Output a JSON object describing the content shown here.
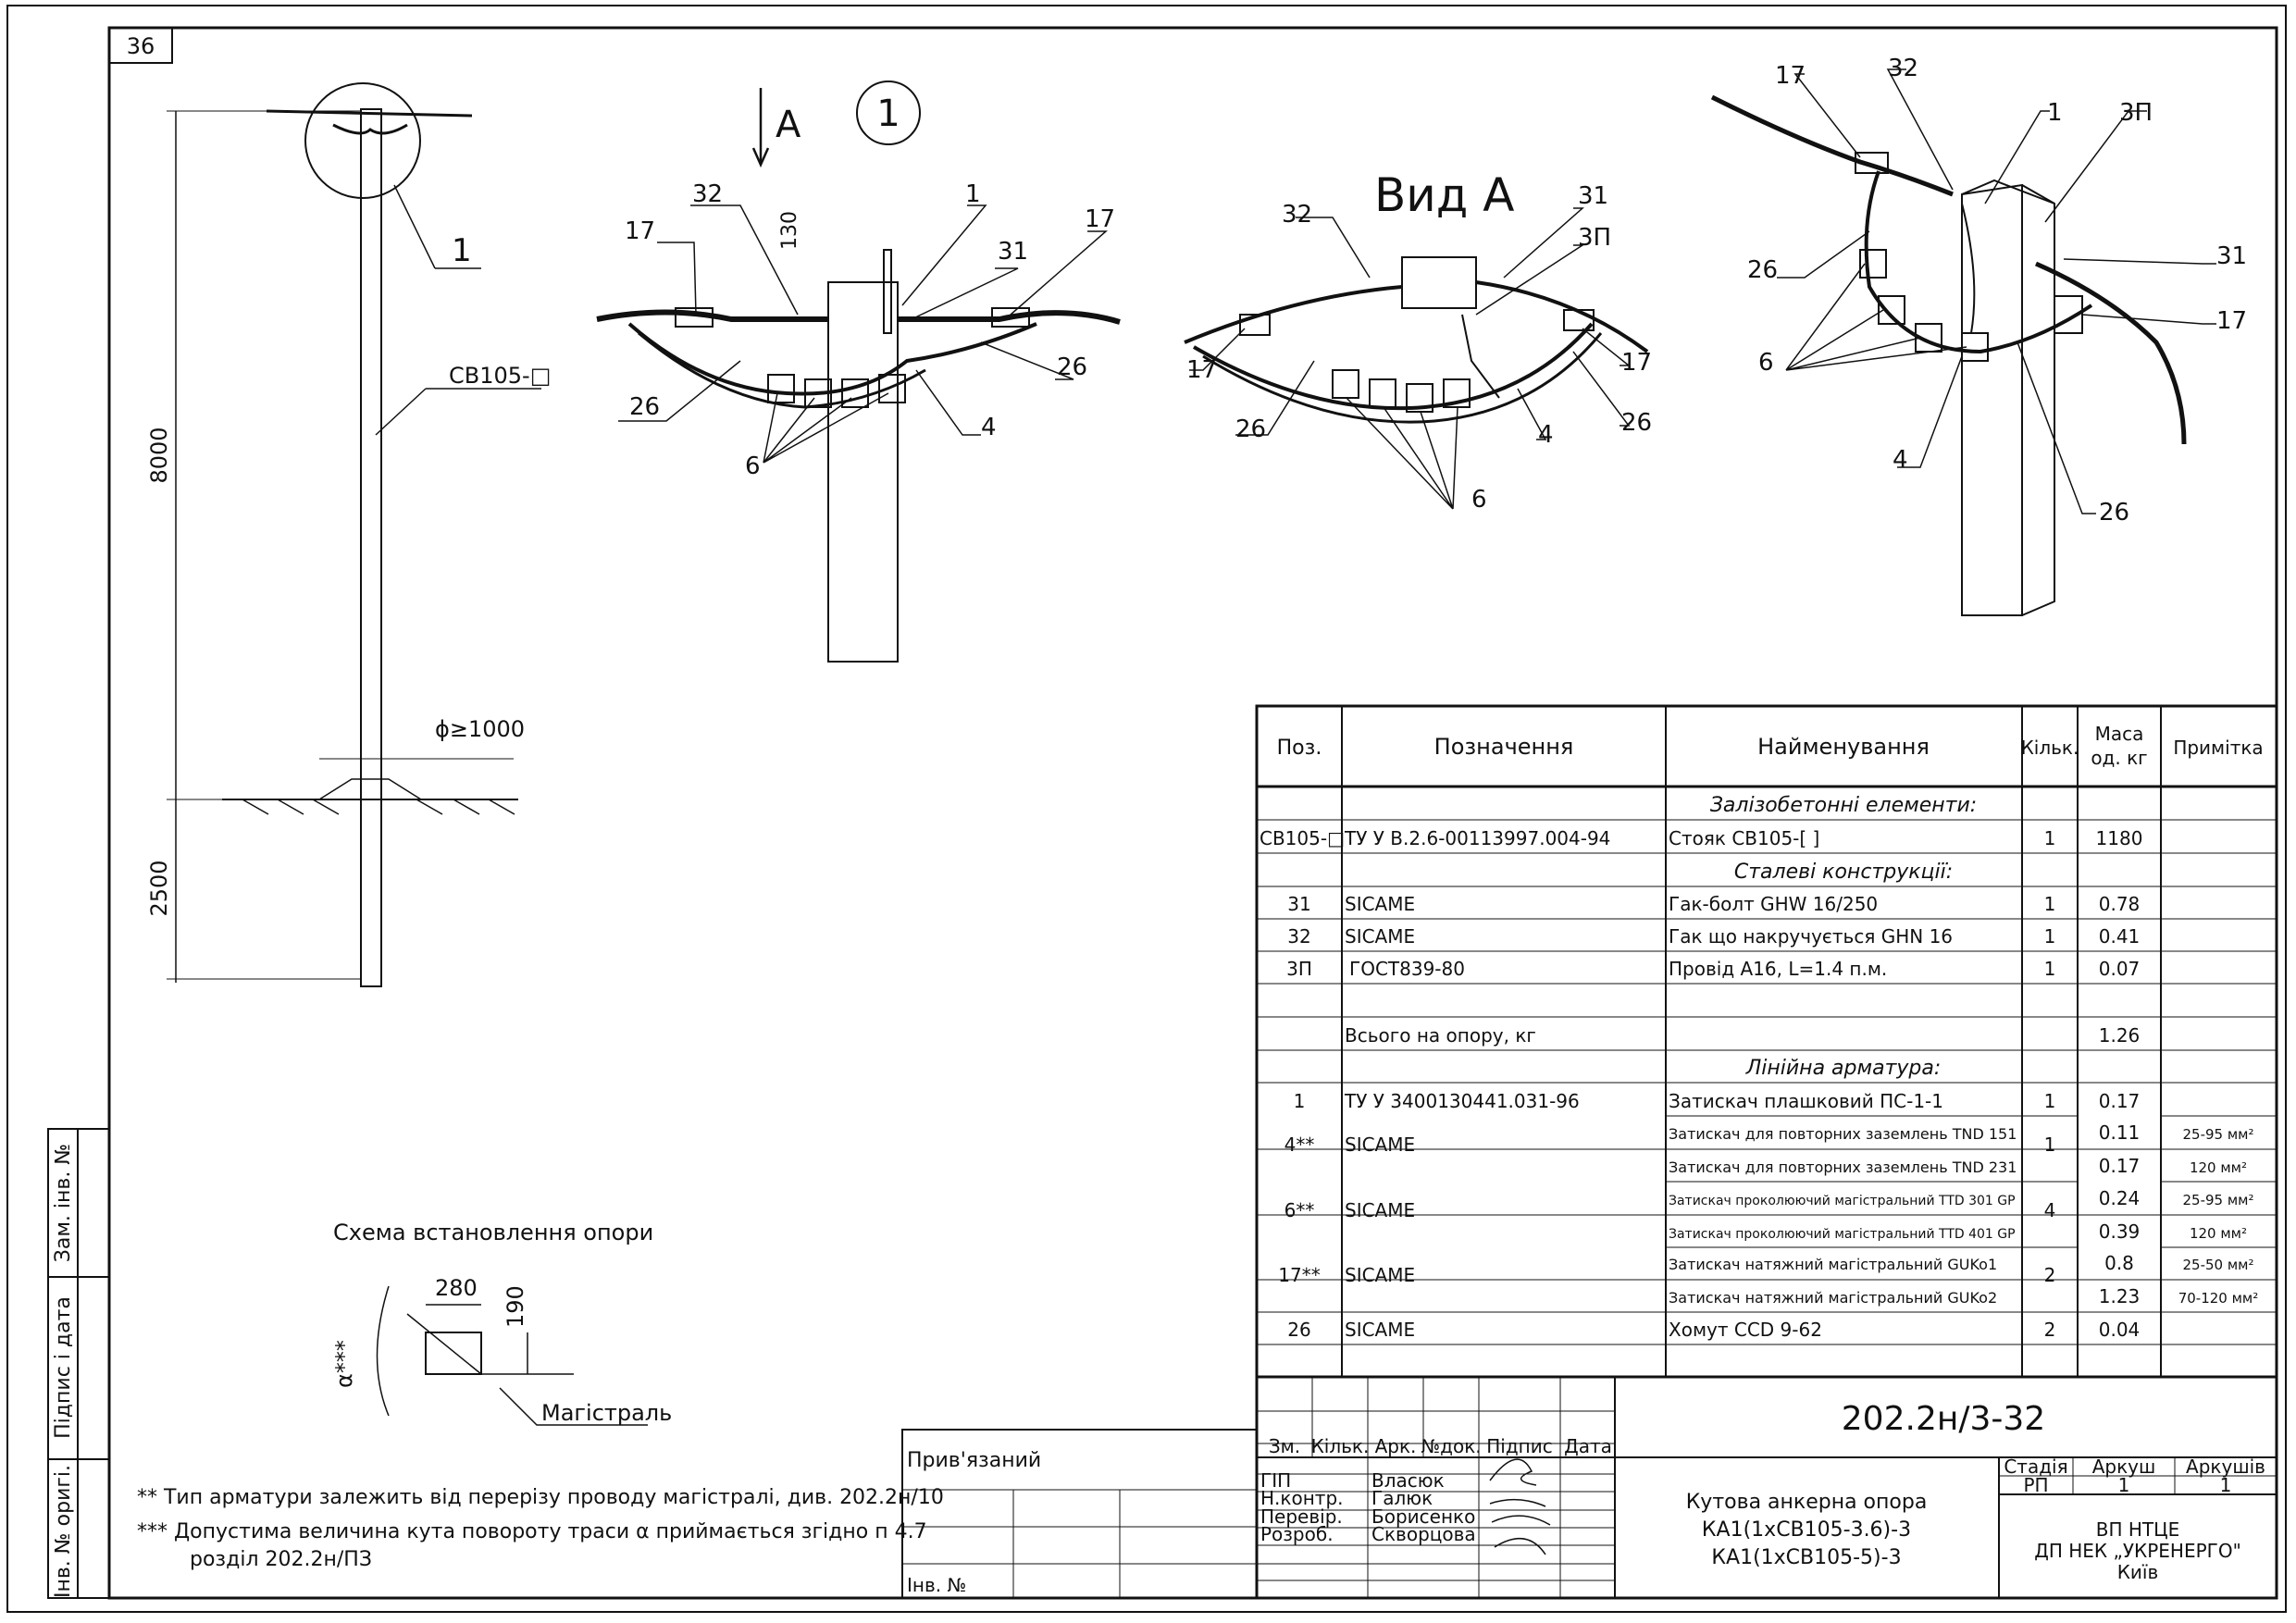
{
  "sheet": {
    "number": "36"
  },
  "side_labels": {
    "inv_orig": "Інв. № оригі.",
    "sign_date": "Підпис і дата",
    "zam_inv": "Зам. інв. №"
  },
  "elevation": {
    "callout": "1",
    "height": "8000",
    "depth": "2500",
    "pole_mark": "СВ105-□",
    "diameter": "ϕ≥1000"
  },
  "view1": {
    "arrow_label": "A",
    "circle_label": "1",
    "dim_130": "130",
    "labels": {
      "p17a": "17",
      "p32": "32",
      "p1": "1",
      "p31": "31",
      "p17b": "17",
      "p26a": "26",
      "p26b": "26",
      "p6": "6",
      "p4": "4"
    }
  },
  "view_a": {
    "title": "Вид А",
    "labels": {
      "p32": "32",
      "p31": "31",
      "p3p": "3П",
      "p17a": "17",
      "p17b": "17",
      "p26a": "26",
      "p26b": "26",
      "p4": "4",
      "p6": "6"
    }
  },
  "view_iso": {
    "labels": {
      "p17a": "17",
      "p32": "32",
      "p1": "1",
      "p3p": "3П",
      "p26a": "26",
      "p31": "31",
      "p17b": "17",
      "p6": "6",
      "p4": "4",
      "p26b": "26"
    }
  },
  "scheme": {
    "title": "Схема встановлення опори",
    "dim_a": "280",
    "dim_b": "190",
    "angle": "α***",
    "mainline": "Магістраль"
  },
  "notes": [
    "** Тип арматури залежить від перерізу проводу магістралі, див. 202.2н/10",
    "*** Допустима величина кута повороту траси α приймається згідно п 4.7",
    "розділ 202.2н/ПЗ"
  ],
  "spec": {
    "headers": {
      "pos": "Поз.",
      "designation": "Позначення",
      "name": "Найменування",
      "qty": "Кільк.",
      "mass": "Маса од. кг",
      "note": "Примітка"
    },
    "mass_l1": "Маса",
    "mass_l2": "од. кг",
    "sections": {
      "concrete": "Залізобетонні елементи:",
      "steel": "Сталеві конструкції:",
      "line": "Лінійна арматура:"
    },
    "rows": {
      "sv105": {
        "pos": "СВ105-□",
        "des": "ТУ У В.2.6-00113997.004-94",
        "name": "Стояк СВ105-[    ]",
        "qty": "1",
        "mass": "1180"
      },
      "r31": {
        "pos": "31",
        "des": "SICAME",
        "name": "Гак-болт GHW 16/250",
        "qty": "1",
        "mass": "0.78"
      },
      "r32": {
        "pos": "32",
        "des": "SICAME",
        "name": "Гак що накручується GHN 16",
        "qty": "1",
        "mass": "0.41"
      },
      "r3p": {
        "pos": "3П",
        "des": "ГОСТ839-80",
        "name": "Провід А16, L=1.4 п.м.",
        "qty": "1",
        "mass": "0.07"
      },
      "total": {
        "des": "Всього на опору, кг",
        "mass": "1.26"
      },
      "r1": {
        "pos": "1",
        "des": "ТУ У 3400130441.031-96",
        "name": "Затискач плашковий ПС-1-1",
        "qty": "1",
        "mass": "0.17"
      },
      "r4": {
        "pos": "4**",
        "des": "SICAME",
        "qty": "1",
        "name1": "Затискач для повторних заземлень TND 151",
        "mass1": "0.11",
        "note1": "25-95 мм²",
        "name2": "Затискач для повторних заземлень TND 231",
        "mass2": "0.17",
        "note2": "120 мм²"
      },
      "r6": {
        "pos": "6**",
        "des": "SICAME",
        "qty": "4",
        "name1": "Затискач проколюючий магістральний TTD 301 GP",
        "mass1": "0.24",
        "note1": "25-95 мм²",
        "name2": "Затискач проколюючий магістральний TTD 401 GP",
        "mass2": "0.39",
        "note2": "120 мм²"
      },
      "r17": {
        "pos": "17**",
        "des": "SICAME",
        "qty": "2",
        "name1": "Затискач натяжний магістральний GUKo1",
        "mass1": "0.8",
        "note1": "25-50 мм²",
        "name2": "Затискач натяжний магістральний GUKo2",
        "mass2": "1.23",
        "note2": "70-120 мм²"
      },
      "r26": {
        "pos": "26",
        "des": "SICAME",
        "name": "Хомут CCD 9-62",
        "qty": "2",
        "mass": "0.04"
      }
    }
  },
  "title_block": {
    "privyazaniy": "Прив'язаний",
    "inv": "Інв. №",
    "code": "202.2н/3-32",
    "hdr": {
      "zm": "Зм.",
      "kilk": "Кільк.",
      "ark": "Арк.",
      "ndok": "№док.",
      "pidpys": "Підпис",
      "data": "Дата"
    },
    "roles": [
      {
        "role": "ГІП",
        "name": "Власюк"
      },
      {
        "role": "Н.контр.",
        "name": "Галюк"
      },
      {
        "role": "Перевір.",
        "name": "Борисенко"
      },
      {
        "role": "Розроб.",
        "name": "Скворцова"
      }
    ],
    "title_lines": [
      "Кутова анкерна опора",
      "КА1(1хСВ105-3.6)-3",
      "КА1(1хСВ105-5)-3"
    ],
    "stage_hdr": "Стадія",
    "sheet_hdr": "Аркуш",
    "sheets_hdr": "Аркушів",
    "stage": "РП",
    "sheet": "1",
    "sheets": "1",
    "org": [
      "ВП НТЦЕ",
      "ДП НЕК „УКРЕНЕРГО\"",
      "Київ"
    ]
  }
}
